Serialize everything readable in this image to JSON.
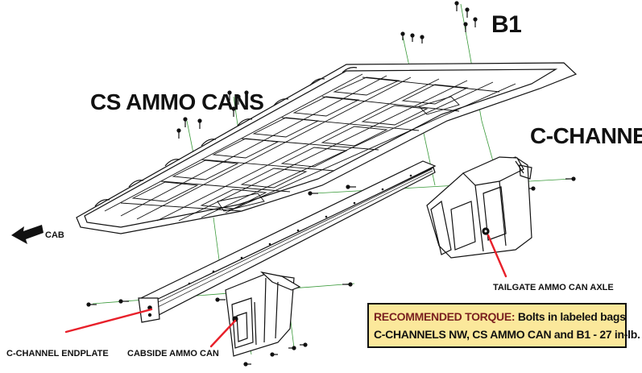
{
  "labels": {
    "b1": "B1",
    "cs_ammo_cans": "CS AMMO CANS",
    "c_channel": "C-CHANNEL",
    "cab": "CAB",
    "tailgate_ammo_can_axle": "TAILGATE AMMO CAN AXLE",
    "c_channel_endplate": "C-CHANNEL ENDPLATE",
    "cabside_ammo_can": "CABSIDE AMMO CAN"
  },
  "torque": {
    "title": "RECOMMENDED TORQUE:",
    "line1_rest": "Bolts in labeled bags",
    "line2": "C-CHANNELS NW, CS AMMO CAN and B1 - 27 in-lb."
  },
  "colors": {
    "line": "#111111",
    "callout": "#e8202a",
    "guide": "#3a9a3a",
    "torque_bg": "#fbe89b"
  }
}
